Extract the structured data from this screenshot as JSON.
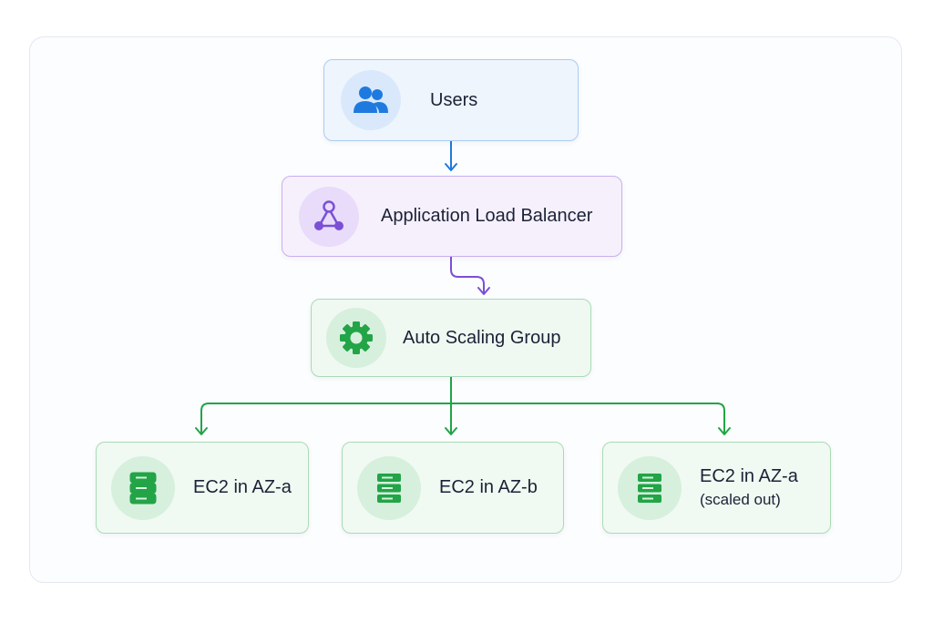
{
  "diagram": {
    "colors": {
      "users_accent": "#1f7ae0",
      "alb_accent": "#7b4fd6",
      "asg_accent": "#22a447"
    },
    "nodes": {
      "users": {
        "label": "Users",
        "icon": "users-icon"
      },
      "alb": {
        "label": "Application Load Balancer",
        "icon": "load-balancer-icon"
      },
      "asg": {
        "label": "Auto Scaling Group",
        "icon": "gear-icon"
      },
      "ec2_a": {
        "label": "EC2 in AZ-a",
        "icon": "server-icon"
      },
      "ec2_b": {
        "label": "EC2 in AZ-b",
        "icon": "server-icon"
      },
      "ec2_c": {
        "label": "EC2 in AZ-a",
        "sublabel": "(scaled out)",
        "icon": "server-icon"
      }
    },
    "edges": [
      {
        "from": "users",
        "to": "alb"
      },
      {
        "from": "alb",
        "to": "asg"
      },
      {
        "from": "asg",
        "to": "ec2_a"
      },
      {
        "from": "asg",
        "to": "ec2_b"
      },
      {
        "from": "asg",
        "to": "ec2_c"
      }
    ]
  }
}
